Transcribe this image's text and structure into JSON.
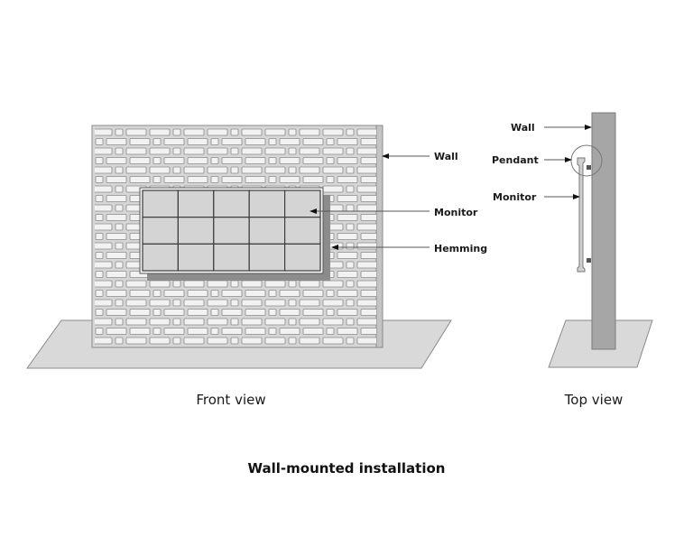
{
  "title": "Wall-mounted installation",
  "front_view": {
    "caption": "Front view",
    "labels": {
      "wall": "Wall",
      "monitor": "Monitor",
      "hemming": "Hemming"
    },
    "monitor_grid": {
      "columns": 5,
      "rows": 3
    }
  },
  "top_view": {
    "caption": "Top view",
    "labels": {
      "wall": "Wall",
      "pendant": "Pendant",
      "monitor": "Monitor"
    }
  },
  "colors": {
    "wall_fill": "#d6d6d6",
    "brick_fill": "#f2f2f2",
    "brick_stroke": "#8a8a8a",
    "monitor_fill": "#d4d4d4",
    "hemming_shadow": "#8c8c8c",
    "floor_fill": "#d9d9d9",
    "side_wall_fill": "#a6a6a6",
    "line": "#555555"
  }
}
